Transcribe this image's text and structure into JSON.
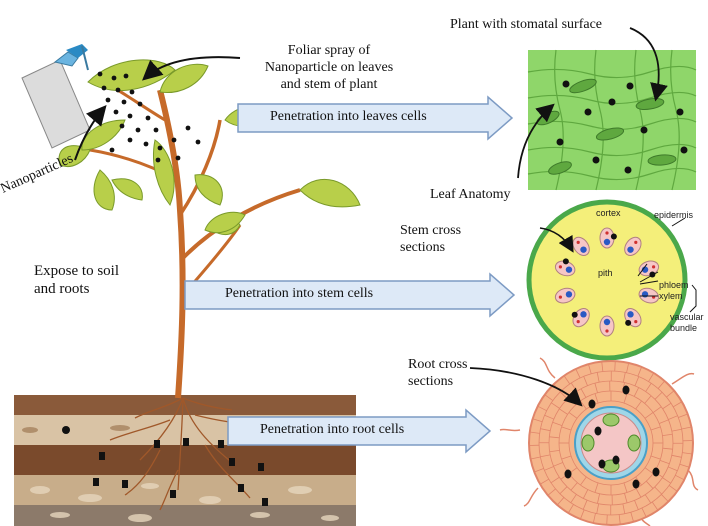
{
  "labels": {
    "foliar_spray": [
      "Foliar spray of",
      "Nanoparticle on leaves",
      "and stem of plant"
    ],
    "nanoparticles": "Nanoparticles",
    "expose_soil": [
      "Expose to soil",
      "and roots"
    ],
    "stomatal_surface": "Plant with stomatal surface",
    "leaf_anatomy": "Leaf Anatomy",
    "stem_cross": [
      "Stem cross",
      "sections"
    ],
    "root_cross": [
      "Root cross",
      "sections"
    ]
  },
  "arrows": {
    "leaves": "Penetration into leaves cells",
    "stem": "Penetration into stem cells",
    "root": "Penetration into root cells"
  },
  "stem_parts": {
    "cortex": "cortex",
    "epidermis": "epidermis",
    "pith": "pith",
    "phloem": "phloem",
    "xylem": "xylem",
    "vascular_bundle": [
      "vascular",
      "bundle"
    ]
  },
  "colors": {
    "leaf_green": "#b8cf4a",
    "stomatal_green": "#8fd66a",
    "stem_brown": "#c66a2a",
    "root_cell": "#f5b58a",
    "arrow_fill": "#dde9f7",
    "arrow_stroke": "#7d9bc4",
    "stem_section_fill": "#f4ef7a",
    "stem_section_border": "#4aa84a"
  }
}
